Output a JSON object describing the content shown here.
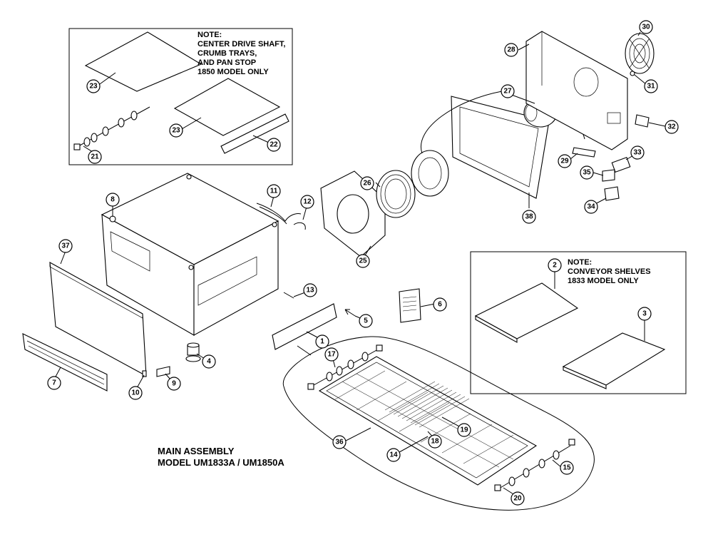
{
  "notes": {
    "top_left": "NOTE:\nCENTER DRIVE SHAFT,\nCRUMB TRAYS,\nAND PAN STOP\n1850 MODEL ONLY",
    "bottom_right": "NOTE:\nCONVEYOR SHELVES\n1833 MODEL ONLY"
  },
  "title": {
    "line1": "MAIN ASSEMBLY",
    "line2": "MODEL UM1833A / UM1850A"
  },
  "callouts": [
    {
      "id": "c1",
      "label": "1"
    },
    {
      "id": "c2",
      "label": "2"
    },
    {
      "id": "c3",
      "label": "3"
    },
    {
      "id": "c4",
      "label": "4"
    },
    {
      "id": "c5",
      "label": "5"
    },
    {
      "id": "c6",
      "label": "6"
    },
    {
      "id": "c7",
      "label": "7"
    },
    {
      "id": "c8",
      "label": "8"
    },
    {
      "id": "c9",
      "label": "9"
    },
    {
      "id": "c10",
      "label": "10"
    },
    {
      "id": "c11",
      "label": "11"
    },
    {
      "id": "c12",
      "label": "12"
    },
    {
      "id": "c13",
      "label": "13"
    },
    {
      "id": "c14",
      "label": "14"
    },
    {
      "id": "c15",
      "label": "15"
    },
    {
      "id": "c17",
      "label": "17"
    },
    {
      "id": "c18",
      "label": "18"
    },
    {
      "id": "c19",
      "label": "19"
    },
    {
      "id": "c20",
      "label": "20"
    },
    {
      "id": "c21",
      "label": "21"
    },
    {
      "id": "c22",
      "label": "22"
    },
    {
      "id": "c23a",
      "label": "23"
    },
    {
      "id": "c23b",
      "label": "23"
    },
    {
      "id": "c25",
      "label": "25"
    },
    {
      "id": "c26",
      "label": "26"
    },
    {
      "id": "c27",
      "label": "27"
    },
    {
      "id": "c28",
      "label": "28"
    },
    {
      "id": "c29",
      "label": "29"
    },
    {
      "id": "c30",
      "label": "30"
    },
    {
      "id": "c31",
      "label": "31"
    },
    {
      "id": "c32",
      "label": "32"
    },
    {
      "id": "c33",
      "label": "33"
    },
    {
      "id": "c34",
      "label": "34"
    },
    {
      "id": "c35",
      "label": "35"
    },
    {
      "id": "c36",
      "label": "36"
    },
    {
      "id": "c37",
      "label": "37"
    },
    {
      "id": "c38",
      "label": "38"
    }
  ]
}
